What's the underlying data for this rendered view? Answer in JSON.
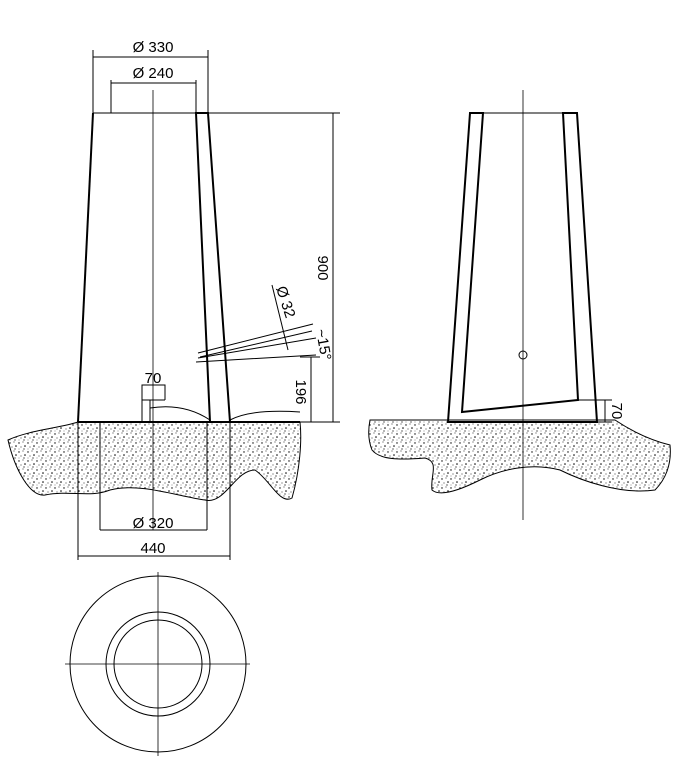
{
  "drawing": {
    "dimensions": {
      "outer_top_diameter": "Ø 330",
      "inner_top_diameter": "Ø 240",
      "height": "900",
      "pipe_diameter": "Ø 32",
      "pipe_angle": "~15°",
      "pipe_height": "196",
      "drain_width": "70",
      "base_inner_diameter": "Ø 320",
      "base_outer_width": "440",
      "side_floor_thickness": "70"
    },
    "colors": {
      "line": "#000000",
      "background": "#ffffff"
    }
  }
}
